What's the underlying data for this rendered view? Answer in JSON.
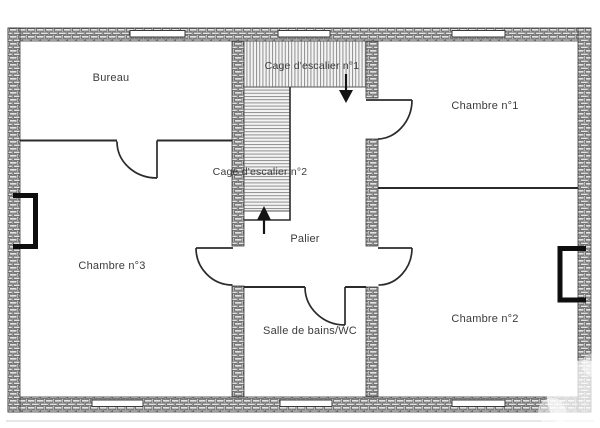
{
  "plan": {
    "type": "floor-plan",
    "rooms": [
      {
        "id": "bureau",
        "label": "Bureau"
      },
      {
        "id": "cage-escalier-1",
        "label": "Cage d'escalier n°1"
      },
      {
        "id": "chambre-1",
        "label": "Chambre n°1"
      },
      {
        "id": "cage-escalier-2",
        "label": "Cage d'escalier n°2"
      },
      {
        "id": "chambre-3",
        "label": "Chambre n°3"
      },
      {
        "id": "palier",
        "label": "Palier"
      },
      {
        "id": "salle-de-bains",
        "label": "Salle de bains/WC"
      },
      {
        "id": "chambre-2",
        "label": "Chambre n°2"
      }
    ],
    "icons": {
      "stairs_down_arrow": "↓",
      "stairs_up_arrow": "↑"
    },
    "colors": {
      "line": "#2b2b2b",
      "label": "#3b3b3b",
      "wall_brick_light": "#e9e9e9",
      "wall_joint": "#4a4a4a",
      "stair_stripe": "#8f8f8f",
      "background": "#ffffff"
    }
  }
}
